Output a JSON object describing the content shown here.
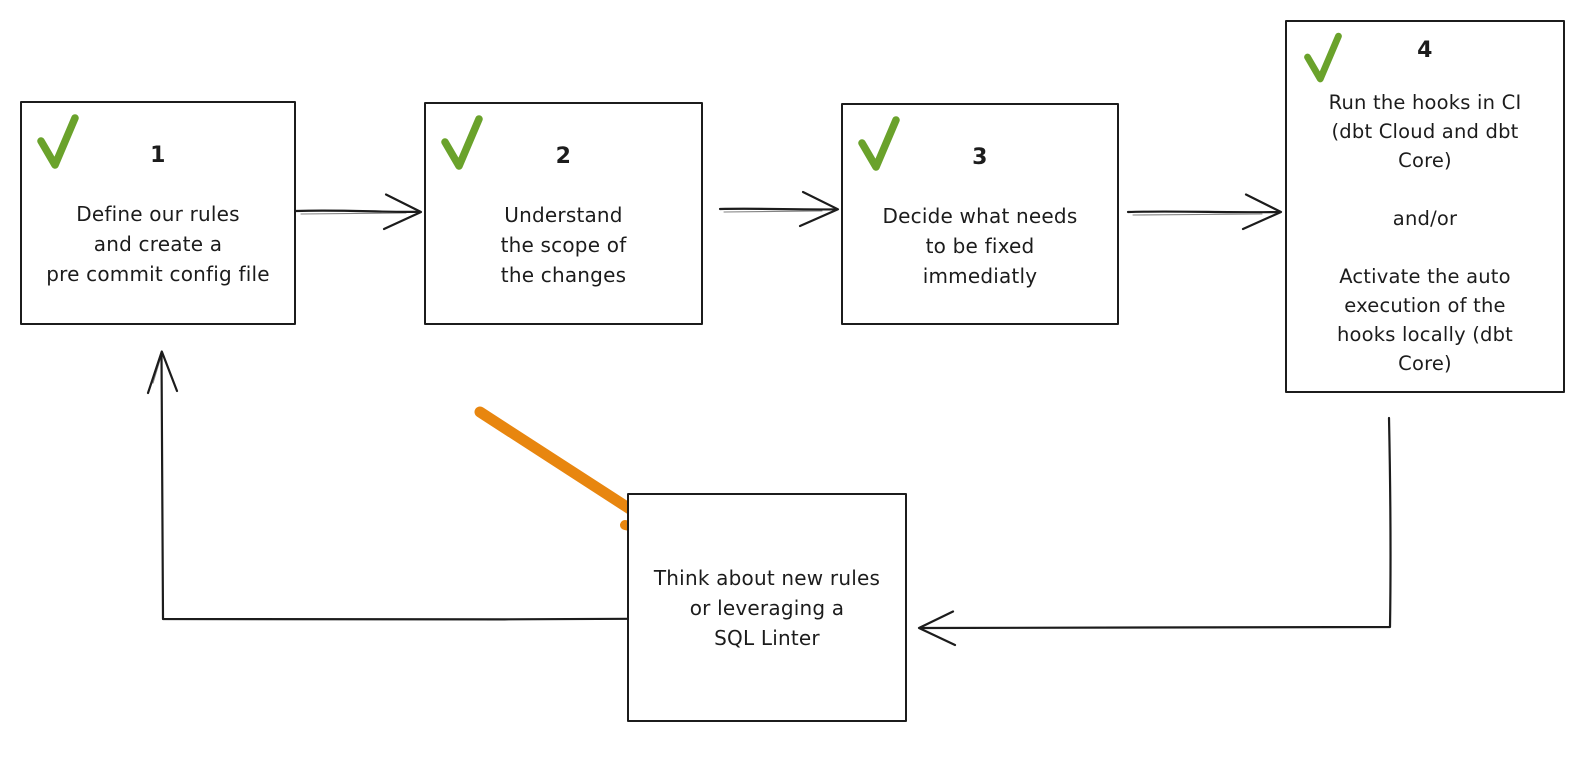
{
  "diagram": {
    "title": "pre-commit hooks workflow flowchart",
    "background": "#ffffff",
    "colors": {
      "line": "#1c1c1c",
      "text": "#1c1c1c",
      "check_green": "#6aa22b",
      "highlight_orange": "#e8860f"
    },
    "steps": [
      {
        "number": "1",
        "checked": true,
        "check_icon": "green-checkmark",
        "text": "Define our rules\nand create a\npre commit config file"
      },
      {
        "number": "2",
        "checked": true,
        "check_icon": "green-checkmark",
        "text": "Understand\nthe scope of\nthe changes"
      },
      {
        "number": "3",
        "checked": true,
        "check_icon": "green-checkmark",
        "text": "Decide what needs\nto be fixed\nimmediatly"
      },
      {
        "number": "4",
        "checked": true,
        "check_icon": "green-checkmark",
        "text": "Run the hooks in CI\n(dbt Cloud and dbt\nCore)\n\nand/or\n\nActivate the auto\nexecution of the\nhooks locally (dbt\nCore)"
      }
    ],
    "feedback_box": {
      "text": "Think about new rules\nor leveraging a\nSQL Linter"
    },
    "connections": [
      {
        "from": "step-1",
        "to": "step-2",
        "style": "open-arrow"
      },
      {
        "from": "step-2",
        "to": "step-3",
        "style": "open-arrow"
      },
      {
        "from": "step-3",
        "to": "step-4",
        "style": "open-arrow"
      },
      {
        "from": "step-4",
        "to": "feedback-box",
        "style": "open-arrow-elbow"
      },
      {
        "from": "feedback-box",
        "to": "step-1",
        "style": "open-arrow-elbow"
      },
      {
        "from": "annotation",
        "to": "feedback-box",
        "style": "thick-orange-arrow"
      }
    ]
  }
}
